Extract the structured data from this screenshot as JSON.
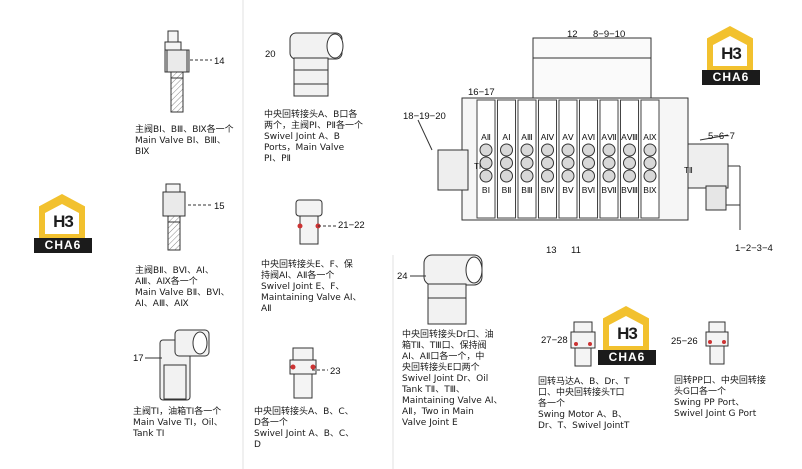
{
  "brand": {
    "logo_mark": "H3",
    "logo_text": "CHA6"
  },
  "parts": [
    {
      "id": "p14",
      "number": "14"
    },
    {
      "id": "p15",
      "number": "15"
    },
    {
      "id": "p17",
      "number": "17"
    },
    {
      "id": "p20",
      "number": "20"
    },
    {
      "id": "p21_22",
      "number": "21−22"
    },
    {
      "id": "p23",
      "number": "23"
    },
    {
      "id": "p24",
      "number": "24"
    },
    {
      "id": "p27_28",
      "number": "27−28"
    },
    {
      "id": "p25_26",
      "number": "25−26"
    }
  ],
  "captions": [
    {
      "id": "c14",
      "zh": "主阀BⅠ、BⅢ、BⅨ各一个",
      "en": "Main Valve BⅠ、BⅢ、\nBⅨ"
    },
    {
      "id": "c15",
      "zh": "主阀BⅡ、BⅥ、AⅠ、\nAⅢ、AⅨ各一个",
      "en": "Main Valve BⅡ、BⅥ、\nAⅠ、AⅢ、AⅨ"
    },
    {
      "id": "c17",
      "zh": "主阀TⅠ，油箱TⅠ各一个",
      "en": "Main Valve TⅠ，Oil、\nTank TⅠ"
    },
    {
      "id": "c20",
      "zh": "中央回转接头A、B口各\n两个，主阀PⅠ、PⅡ各一个",
      "en": "Swivel Joint A、B\nPorts，Main Valve\nPⅠ、PⅡ"
    },
    {
      "id": "c21",
      "zh": "中央回转接头E、F、保\n持阀AⅠ、AⅡ各一个",
      "en": "Swivel Joint E、F、\nMaintaining Valve AⅠ、\nAⅡ"
    },
    {
      "id": "c23",
      "zh": "中央回转接头A、B、C、\nD各一个",
      "en": "Swivel Joint A、B、C、\nD"
    },
    {
      "id": "c24",
      "zh": "中央回转接头Dr口、油\n箱TⅡ、TⅢ口、保持阀\nAⅠ、AⅡ口各一个，中\n央回转接头E口两个",
      "en": "Swivel Joint Dr、Oil\nTank TⅡ、TⅢ、\nMaintaining Valve AⅠ、\nAⅡ，Two in Main\nValve Joint E"
    },
    {
      "id": "c27",
      "zh": "回转马达A、B、Dr、T\n口、中央回转接头T口\n各一个",
      "en": "Swing Motor A、B、\nDr、T、Swivel JointT"
    },
    {
      "id": "c25",
      "zh": "回转PP口、中央回转接\n头G口各一个",
      "en": "Swing PP Port、\nSwivel Joint G Port"
    }
  ],
  "valve_labels": {
    "top": [
      "16−17",
      "12",
      "8−9−10"
    ],
    "left": "18−19−20",
    "right": "5−6−7",
    "right_bottom": "1−2−3−4",
    "bottom": [
      "13",
      "11"
    ],
    "row_a": [
      "AⅡ",
      "AⅠ",
      "AⅢ",
      "AⅣ",
      "AⅤ",
      "AⅥ",
      "AⅦ",
      "AⅧ",
      "AⅨ"
    ],
    "row_b": [
      "BⅠ",
      "BⅡ",
      "BⅢ",
      "BⅣ",
      "BⅤ",
      "BⅥ",
      "BⅦ",
      "BⅧ",
      "BⅨ"
    ],
    "t1": "TⅠ",
    "t2": "TⅡ"
  }
}
